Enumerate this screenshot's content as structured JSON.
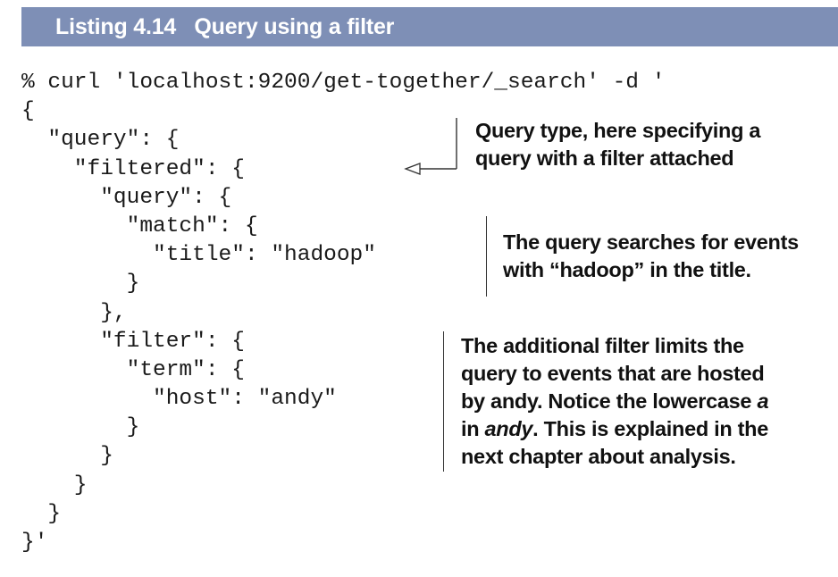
{
  "listing": {
    "title": "Listing 4.14   Query using a filter"
  },
  "code": {
    "lines": [
      "% curl 'localhost:9200/get-together/_search' -d '",
      "{",
      "  \"query\": {",
      "    \"filtered\": {",
      "      \"query\": {",
      "        \"match\": {",
      "          \"title\": \"hadoop\"",
      "        }",
      "      },",
      "      \"filter\": {",
      "        \"term\": {",
      "          \"host\": \"andy\"",
      "        }",
      "      }",
      "    }",
      "  }",
      "}'"
    ]
  },
  "annotations": {
    "query_type": {
      "line1": "Query type, here specifying a",
      "line2": "query with a filter attached"
    },
    "match_query": {
      "line1": "The query searches for events",
      "line2": "with “hadoop” in the title."
    },
    "filter": {
      "line1": "The additional filter limits the",
      "line2": "query to events that are hosted",
      "line3_a": "by andy. Notice the lowercase ",
      "line3_b": "a",
      "line4_a": "in ",
      "line4_b": "andy",
      "line4_c": ". This is explained in the",
      "line5": "next chapter about analysis."
    }
  }
}
